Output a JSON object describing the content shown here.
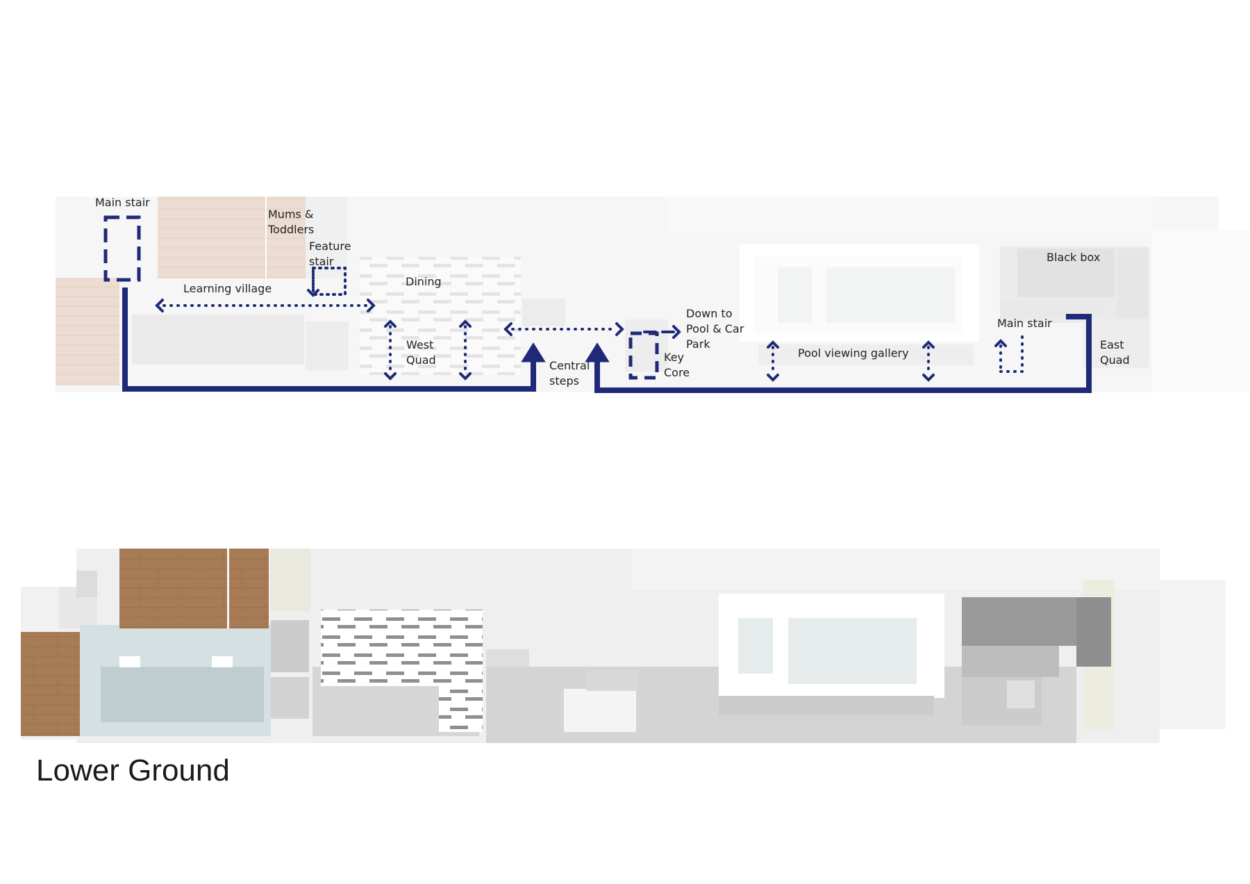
{
  "colors": {
    "route": "#1e2a78",
    "timber": "#a77b55",
    "timber_light": "#ecdcd2",
    "floor_light": "#f2f2f2",
    "floor_mid": "#dcdcdc",
    "floor_dark": "#9a9a9a",
    "glass": "#d3dfe2"
  },
  "labels": {
    "main_stair_west": "Main stair",
    "mums_toddlers": [
      "Mums &",
      "Toddlers"
    ],
    "feature_stair": [
      "Feature",
      "stair"
    ],
    "learning_village": "Learning village",
    "dining": "Dining",
    "west_quad": [
      "West",
      "Quad"
    ],
    "central_steps": [
      "Central",
      "steps"
    ],
    "down_to_pool": [
      "Down to",
      "Pool & Car",
      "Park"
    ],
    "key_core": [
      "Key",
      "Core"
    ],
    "pool_viewing_gallery": "Pool viewing gallery",
    "black_box": "Black box",
    "main_stair_east": "Main stair",
    "east_quad": [
      "East",
      "Quad"
    ]
  },
  "plan_title": "Lower Ground"
}
